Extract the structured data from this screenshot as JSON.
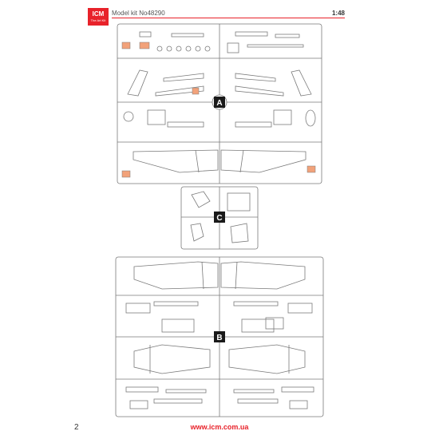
{
  "header": {
    "brand": "ICM",
    "brand_tagline": "The Art Kit",
    "model_kit": "Model kit No48290",
    "scale": "1:48"
  },
  "sprues": {
    "a_label": "A",
    "b_label": "B",
    "c_label": "C"
  },
  "footer": {
    "page_number": "2",
    "url": "www.icm.com.ua"
  },
  "colors": {
    "accent": "#e8222a",
    "line": "#7a7a7a",
    "label_box": "#1a1a1a"
  }
}
